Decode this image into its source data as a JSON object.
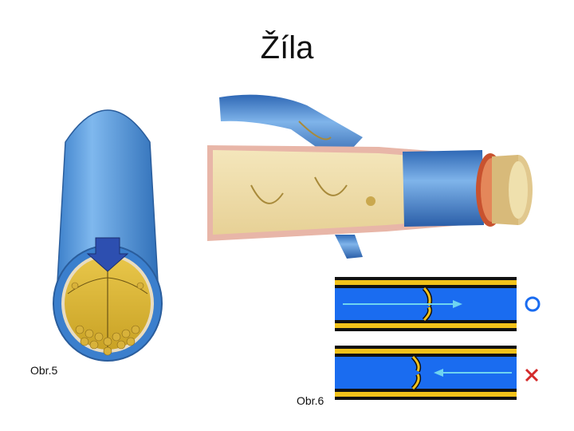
{
  "slide": {
    "title": "Žíla",
    "caption_left": "Obr.5",
    "caption_right": "Obr.6"
  },
  "figures": {
    "vein_cross_section": {
      "description_icon": "vein-valve-cutaway"
    },
    "vein_longitudinal": {
      "description_icon": "vein-branch-cutaway"
    },
    "valve_flow": {
      "correct_symbol": "○",
      "wrong_symbol": "✕",
      "colors": {
        "vessel": "#1a6cf0",
        "wall": "#f2c21a",
        "arrow": "#6fd4f0",
        "mark": "#d42a2a"
      }
    }
  }
}
